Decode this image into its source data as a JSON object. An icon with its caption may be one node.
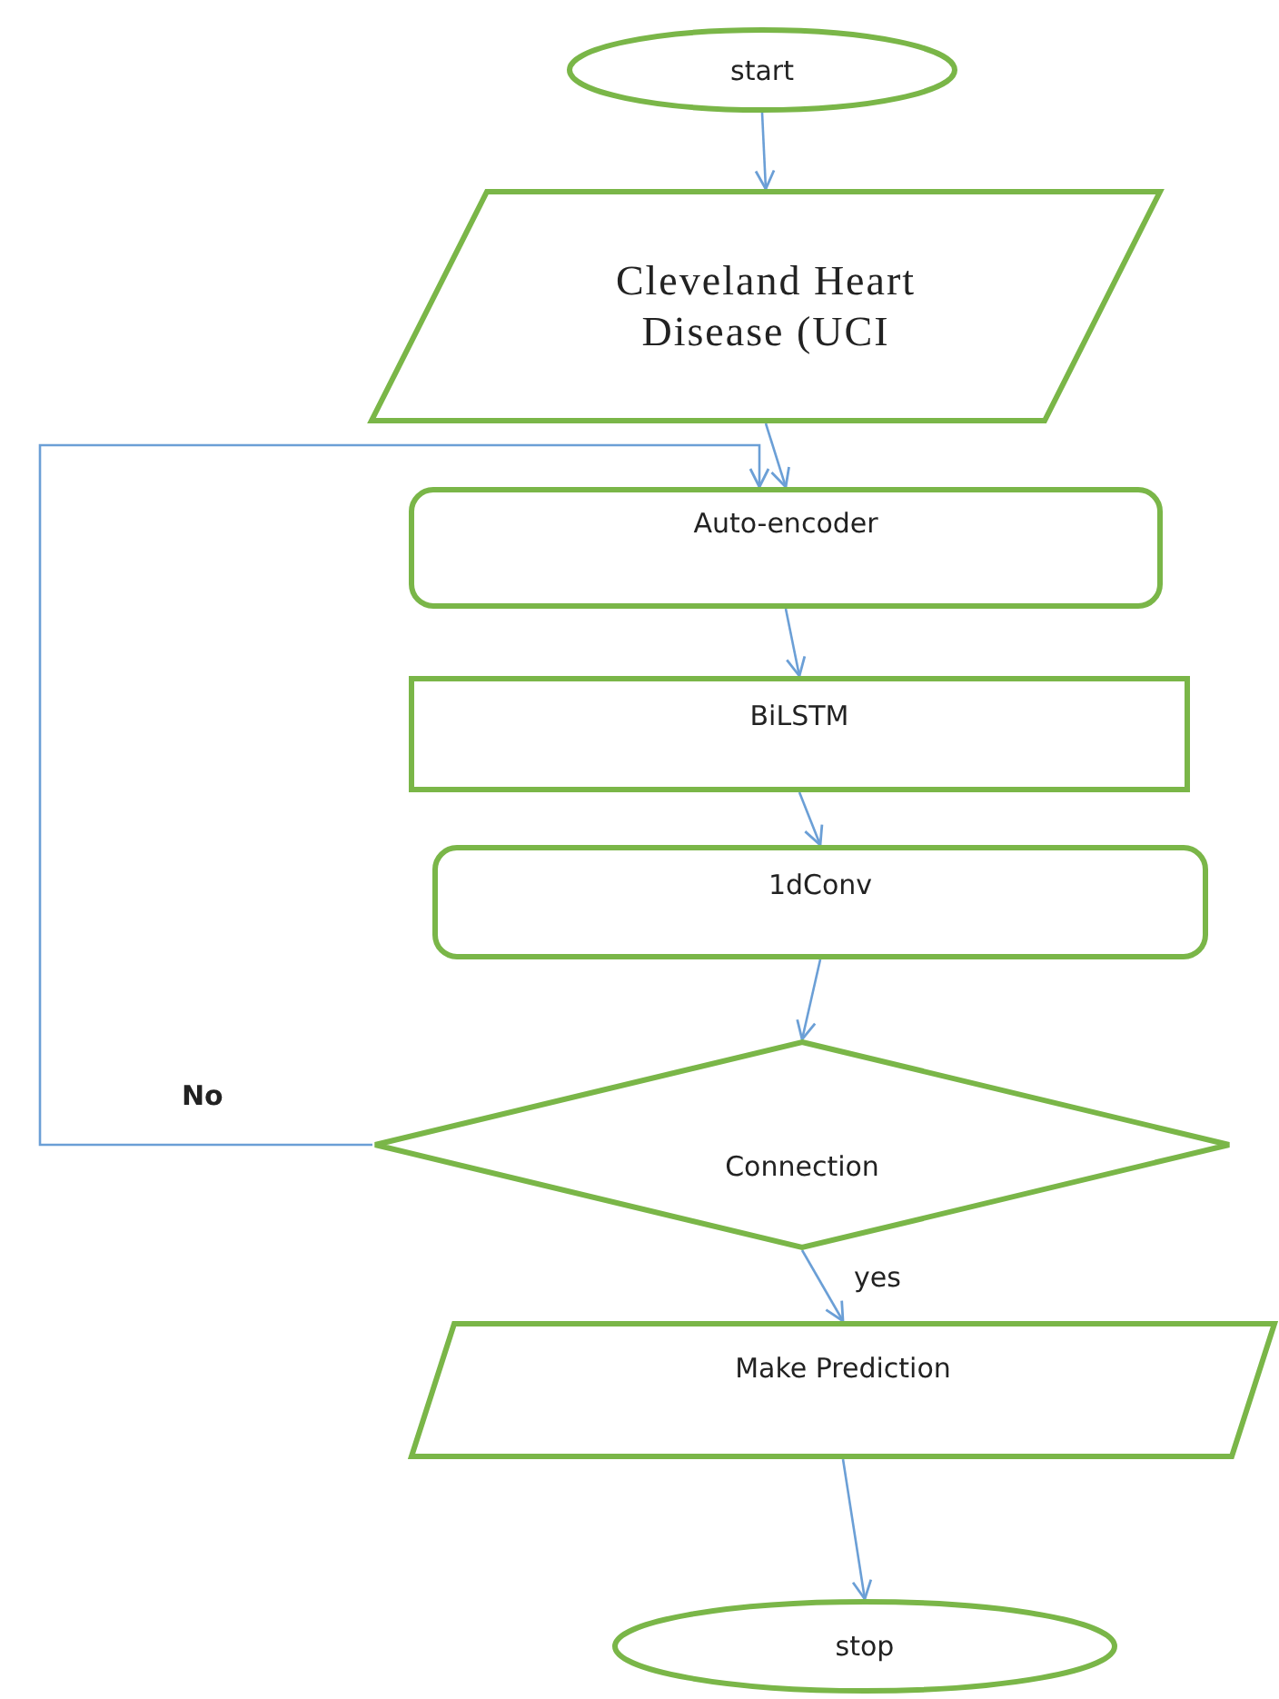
{
  "diagram": {
    "nodes": [
      {
        "text": [
          "start"
        ]
      },
      {
        "text": [
          "Cleveland Heart Disease (UCI"
        ]
      },
      {
        "text": [
          "Auto-encoder"
        ]
      },
      {
        "text": [
          "BiLSTM"
        ]
      },
      {
        "text": [
          "1dConv"
        ]
      },
      {
        "text": [
          "Connection"
        ]
      },
      {
        "text": [
          "Make Prediction"
        ]
      },
      {
        "text": [
          "stop"
        ]
      }
    ],
    "edges": [
      {
        "from": 0,
        "to": 1,
        "arrow": "to"
      },
      {
        "from": 1,
        "to": 2,
        "arrow": "to"
      },
      {
        "from": 2,
        "to": 3,
        "arrow": "to"
      },
      {
        "from": 3,
        "to": 4,
        "arrow": "to"
      },
      {
        "from": 4,
        "to": 5,
        "arrow": "to"
      },
      {
        "from": 5,
        "to": 2,
        "arrow": "to",
        "label": "No"
      },
      {
        "from": 5,
        "to": 6,
        "arrow": "to",
        "label": "yes"
      },
      {
        "from": 6,
        "to": 7,
        "arrow": "to"
      }
    ]
  }
}
